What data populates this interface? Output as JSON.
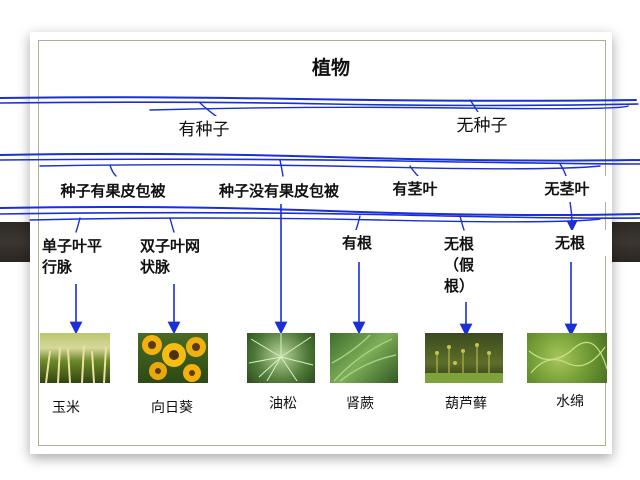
{
  "root": "植物",
  "level1": {
    "seed": "有种子",
    "noseed": "无种子"
  },
  "level2": {
    "angiosperm": "种子有果皮包被",
    "gymnosperm": "种子没有果皮包被",
    "stemleaf": "有茎叶",
    "nostemleaf": "无茎叶"
  },
  "level3": {
    "monocot": "单子叶平行脉",
    "dicot": "双子叶网状脉",
    "root": "有根",
    "pseudoroot": "无根（假根）",
    "noroot": "无根"
  },
  "examples": {
    "corn": "玉米",
    "sunflower": "向日葵",
    "pine": "油松",
    "fern": "肾蕨",
    "moss": "葫芦藓",
    "alga": "水绵"
  },
  "colors": {
    "arrow": "#1a2fd6",
    "scribble": "#1a2fd6",
    "band": "#332e2a",
    "frame": "#a9b28e"
  }
}
